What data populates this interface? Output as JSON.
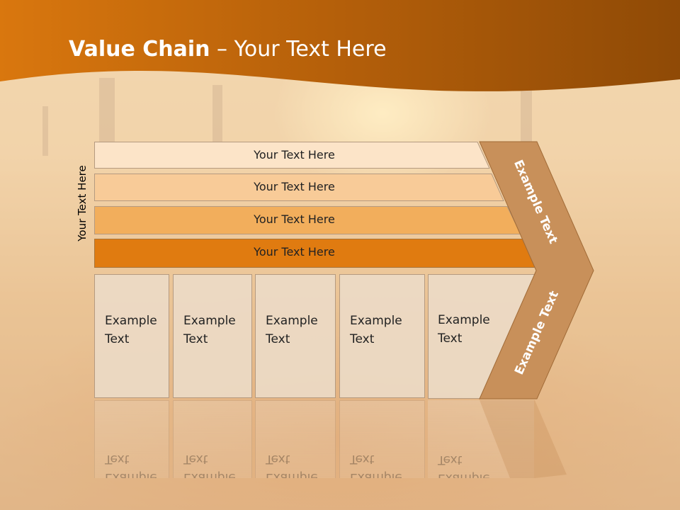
{
  "title": {
    "bold": "Value Chain",
    "rest": " – Your Text Here"
  },
  "side_label": "Your Text Here",
  "bars": [
    {
      "label": "Your Text Here",
      "color": "#fce4c8"
    },
    {
      "label": "Your Text Here",
      "color": "#f8cb98"
    },
    {
      "label": "Your Text Here",
      "color": "#f2ae5c"
    },
    {
      "label": "Your Text Here",
      "color": "#e07b10"
    }
  ],
  "boxes": [
    {
      "line1": "Example",
      "line2": "Text"
    },
    {
      "line1": "Example",
      "line2": "Text"
    },
    {
      "line1": "Example",
      "line2": "Text"
    },
    {
      "line1": "Example",
      "line2": "Text"
    },
    {
      "line1": "Example",
      "line2": "Text"
    }
  ],
  "chevron": {
    "upper_text": "Example Text",
    "lower_text": "Example Text",
    "color": "#c8905a"
  },
  "colors": {
    "header": "#c96e10",
    "header_dark": "#8a4400"
  }
}
